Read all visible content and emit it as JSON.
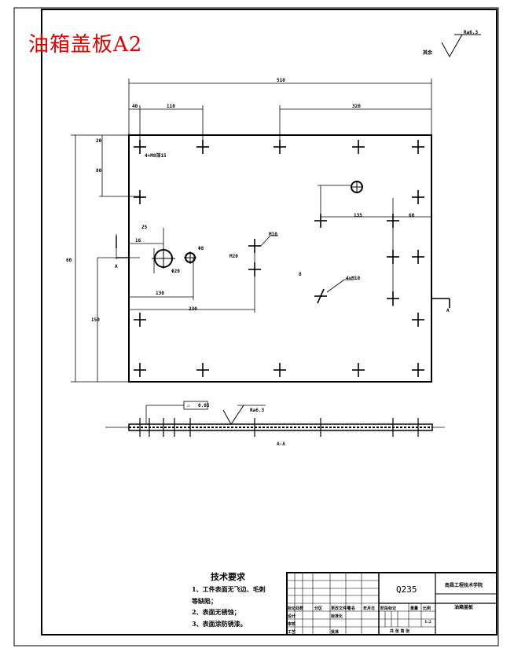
{
  "title": "油箱盖板A2",
  "surface_symbol": {
    "prefix": "其余",
    "value": "Ra6.3"
  },
  "section_symbol": {
    "value": "Ra6.3"
  },
  "section_label": "A-A",
  "section_marker": "A",
  "tolerance_frame": {
    "symbol": "▱",
    "value": "0.05"
  },
  "tech_requirements": {
    "heading": "技术要求",
    "items": [
      "1、工件表面无飞边、毛刺",
      "等缺陷；",
      "2、表面无锈蚀；",
      "3、表面涂防锈漆。"
    ]
  },
  "title_block": {
    "material": "Q235",
    "school": "南昌工程技术学院",
    "part_name": "油箱盖板",
    "scale": "1:2",
    "labels": [
      "标记",
      "处数",
      "分区",
      "更改文件号",
      "签名",
      "年月日",
      "设计",
      "标准化",
      "阶段标记",
      "重量",
      "比例",
      "审核",
      "工艺",
      "批准",
      "共 张 第 张"
    ]
  },
  "dimensions": [
    "510",
    "110",
    "320",
    "40",
    "20",
    "80",
    "60",
    "4×M8深15",
    "25",
    "16",
    "135",
    "60",
    "150",
    "M10",
    "4×M10",
    "Φ20",
    "Φ8",
    "130",
    "230",
    "M20",
    "8"
  ]
}
